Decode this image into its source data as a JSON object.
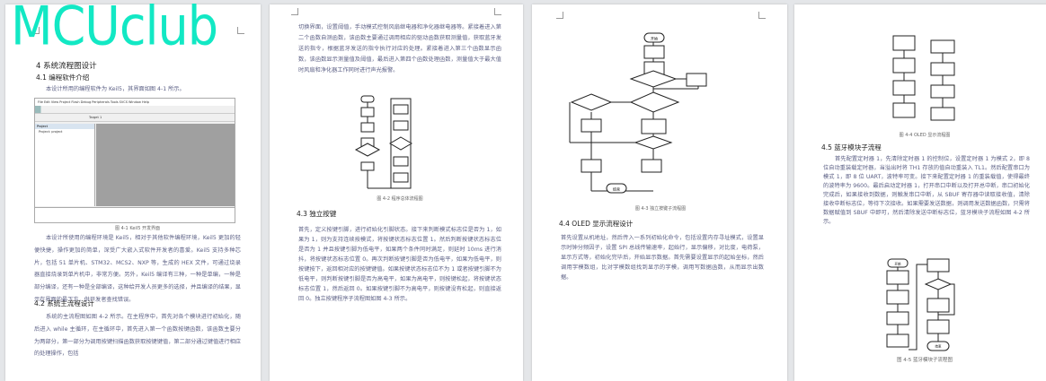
{
  "watermark": "MCUclub",
  "page1": {
    "h4": "4 系统流程图设计",
    "h41": "4.1 编程软件介绍",
    "intro": "本设计所用的编程软件为 Keil5，其界面如图 4-1 所示。",
    "keil_menu": "File  Edit  View  Project  Flash  Debug  Peripherals  Tools  SVCS  Window  Help",
    "keil_project": "Project: project",
    "keil_target": "Target 1",
    "fig1": "图 4-1 Keil5 开发界面",
    "para1": "本设计所使用的编程环境是 Keil5，相对于其他软件编程环境，Keil5 更加的轻便快捷，操作更加的简单，深受广大嵌入式软件开发者的喜爱。Keil5 支持多种芯片，包括 51 单片机、STM32、MCS2、NXP 等，生成的 HEX 文件，可通过烧录器直接烧录到单片机中，非常方便。另外，Keil5 编译有三种，一种是单编，一种是部分编译，还有一种是全部编译，这种给开发人员更多的选择，并且编译的结果，显示在界面的最下方，供开发者查找错误。",
    "h42": "4.2 系统主流程设计",
    "para2": "系统的主流程图如图 4-2 所示。在主程序中，首先对各个模块进行初始化，随后进入 while 主循环，在主循环中，首先进入第一个函数按键函数，该函数主要分为两部分，第一部分为调用按键扫描函数获取按键键值，第二部分通过键值进行相应的处理操作，包括"
  },
  "page2": {
    "para1": "切换界面，设置阈值，手动模式控制风扇继电器和净化器继电器等。紧接着进入第二个函数自测函数，该函数主要通过调用相应的驱动函数获取测量值，获取蓝牙发送的指令，根据蓝牙发送的指令执行对应的处理。紧接着进入第三个函数显示函数，该函数显示测量值及阈值，最后进入第四个函数处理函数，测量值大于最大值时风扇和净化器工作同时进行声光报警。",
    "fig2": "图 4-2 程序总体流程图",
    "h43": "4.3 独立按键",
    "para2": "首先，定义按键引脚，进行初始化引脚状态。接下来判断模式标志位是否为 1，如果为 1，则为支持连续按模式，将按键状态标志位置 1。然后判断按键状态标志位是否为 1 并且按键引脚为低电平，如果两个条件同时满足，则延时 10ms 进行消抖，将按键状态标志位置 0。再次判断按键引脚是否为低电平，如果为低电平，则按键按下，返回相对应的按键键值。如果按键状态标志位不为 1 或者按键引脚不为低电平，则判断按键引脚是否为高电平，如果为高电平，则按键松起，将按键状态标志位置 1，然后返回 0。如果按键引脚不为高电平，则按键没有松起，则直接返回 0。独立按键程序子流程图如图 4-3 所示。"
  },
  "page3": {
    "start": "开始",
    "end": "结束",
    "fig3": "图 4-3 独立按键子流程图",
    "h44": "4.4 OLED 显示流程设计",
    "para": "首先设置从机地址，然后传入一系列初始化命令，包括设置内存寻址模式，设置显示时钟分频因子，设置 SPI 总线传输速率，起始行，显示偏移，对比度，电荷泵，显示方式等，初始化完毕后，开始显示数据。首先需要设置显示的起始坐标，然后调用字模数组，比对字模数组找到显示的字模，调用写数据函数，从而显示出数据。"
  },
  "page4": {
    "fig4": "图 4-4 OLED 显示流程图",
    "h45": "4.5 蓝牙模块子流程",
    "para": "首先配置定时器 1，先清除定时器 1 的控制位，设置定时器 1 为模式 2，即 8 位自动重装载定时器，当溢出时将 TH1 存放的值自动重装入 TL1。然后配置串口为模式 1，即 8 位 UART，波特率可变。接下来配置定时器 1 的重装载值，使得最终的波特率为 9600。最后启动定时器 1，打开串口中断以及打开总中断，串口初始化完成后，如果接收到数据，则触发串口中断，从 SBUF 寄存器中读取接收值，清除接收中断标志位，等待下次接收。如果需要发送数据，则调用发送数据函数，只需将数据赋值到 SBUF 中即可，然后清除发送中断标志位，蓝牙模块子流程如图 4-2 所示。",
    "start": "开始",
    "end": "结束",
    "fig5": "图 4-5 蓝牙模块子流程图"
  }
}
